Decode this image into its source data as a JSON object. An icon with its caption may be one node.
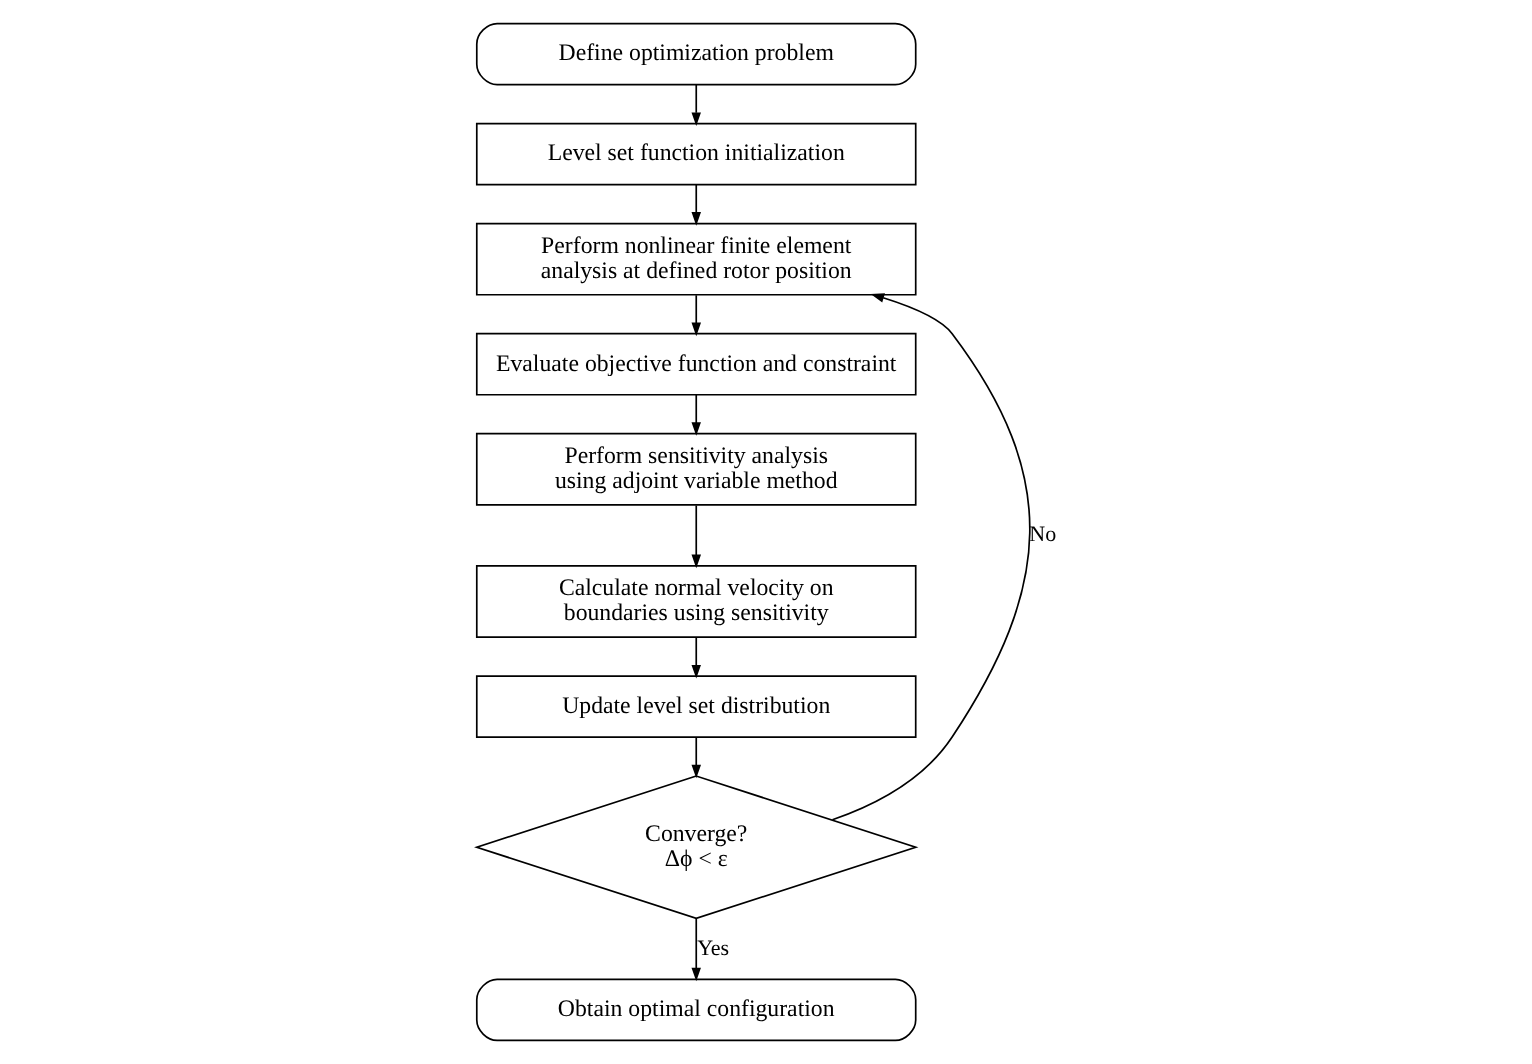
{
  "diagram": {
    "nodes": [
      {
        "text": [
          "Define optimization problem"
        ]
      },
      {
        "text": [
          "Level set function initialization"
        ]
      },
      {
        "text": [
          "Perform nonlinear finite element analysis at defined rotor position"
        ]
      },
      {
        "text": [
          "Evaluate objective function and constraint"
        ]
      },
      {
        "text": [
          "Perform sensitivity analysis using adjoint variable method"
        ]
      },
      {
        "text": [
          "Calculate normal velocity on boundaries using sensitivity"
        ]
      },
      {
        "text": [
          "Update level set distribution"
        ]
      },
      {
        "text": [
          "Converge?",
          "Δϕ < ε"
        ]
      },
      {
        "text": [
          "Obtain optimal configuration"
        ]
      }
    ],
    "edges": [
      {
        "from": 0,
        "to": 1,
        "arrow": "to"
      },
      {
        "from": 1,
        "to": 2,
        "arrow": "to"
      },
      {
        "from": 2,
        "to": 3,
        "arrow": "to"
      },
      {
        "from": 3,
        "to": 4,
        "arrow": "to"
      },
      {
        "from": 4,
        "to": 5,
        "arrow": "to"
      },
      {
        "from": 5,
        "to": 6,
        "arrow": "to"
      },
      {
        "from": 6,
        "to": 7,
        "arrow": "to"
      },
      {
        "from": 7,
        "to": 2,
        "arrow": "to",
        "label": "No"
      },
      {
        "from": 7,
        "to": 8,
        "arrow": "to",
        "label": "Yes"
      }
    ]
  }
}
